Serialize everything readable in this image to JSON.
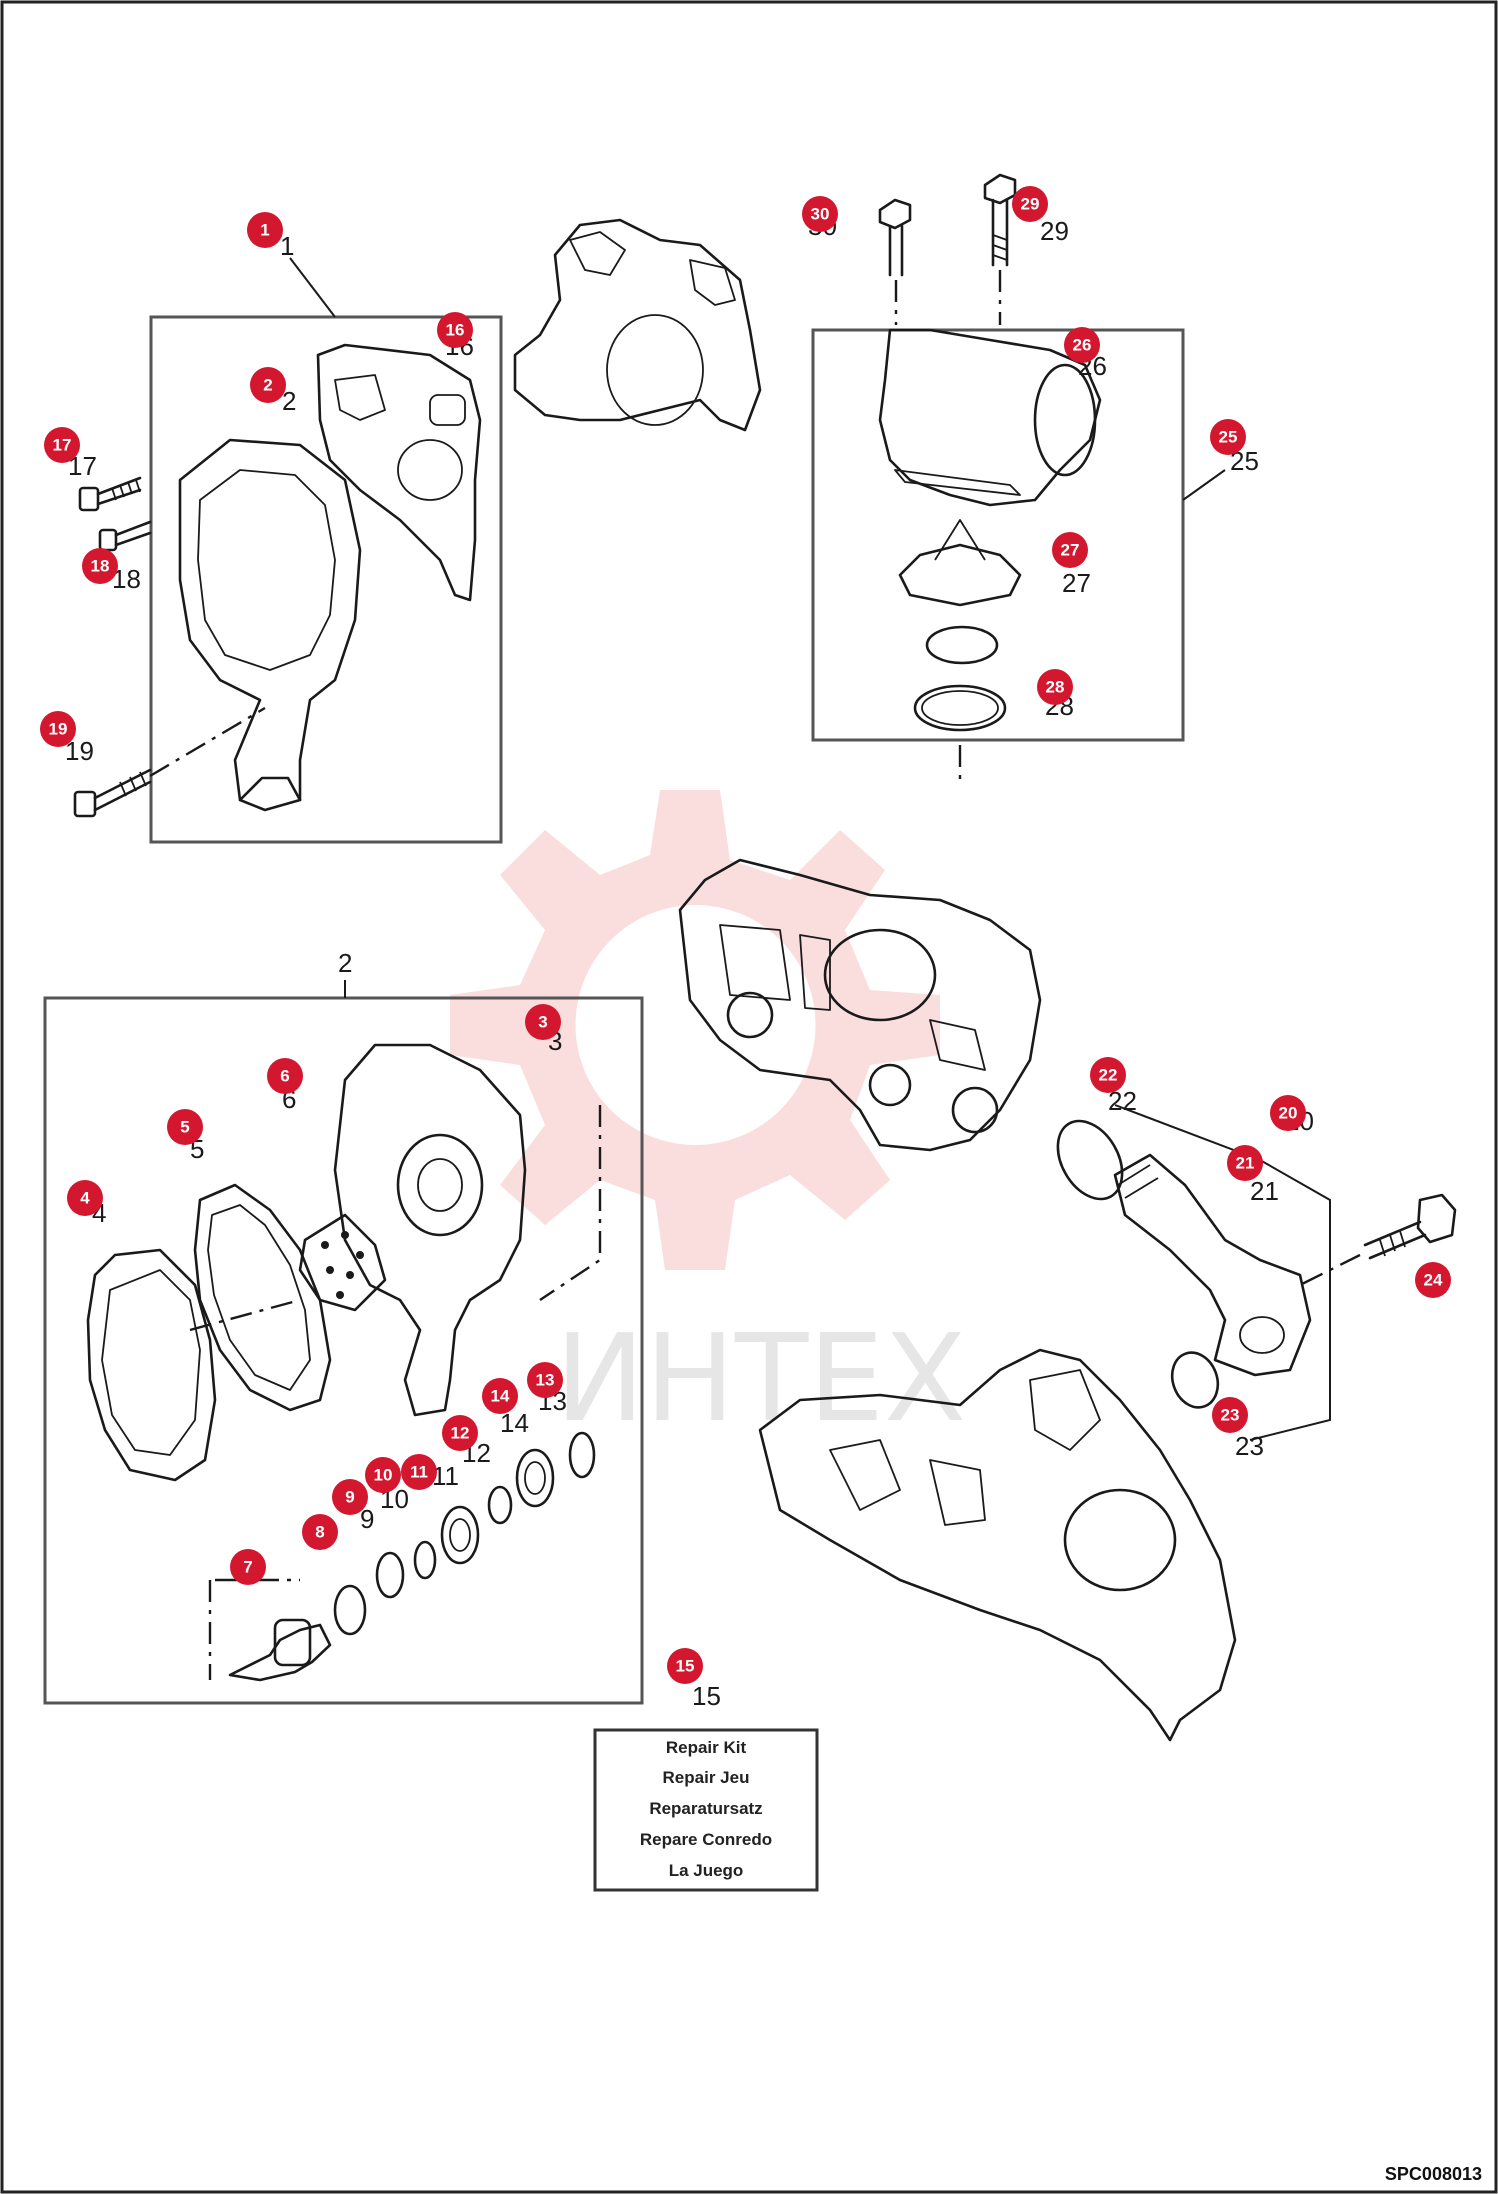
{
  "watermark": {
    "text": "ИНТЕХ",
    "gear_color": "#f0a0a0"
  },
  "accent_color": "#d2172f",
  "drawing_code": "SPC008013",
  "repair_kit": {
    "number": "15",
    "lines": [
      "Repair Kit",
      "Repair Jeu",
      "Reparatursatz",
      "Repare Conredo",
      "La Juego"
    ]
  },
  "callouts": [
    "1",
    "2",
    "3",
    "4",
    "5",
    "6",
    "7",
    "8",
    "9",
    "10",
    "11",
    "12",
    "13",
    "14",
    "15",
    "16",
    "17",
    "18",
    "19",
    "20",
    "21",
    "22",
    "23",
    "24",
    "25",
    "26",
    "27",
    "28",
    "29",
    "30"
  ],
  "part_numbers": {
    "p1": "1",
    "p2a": "2",
    "p2b": "2",
    "p3": "3",
    "p4": "4",
    "p5": "5",
    "p6": "6",
    "p9": "9",
    "p10": "10",
    "p11": "11",
    "p12": "12",
    "p13": "13",
    "p14": "14",
    "p16": "16",
    "p17": "17",
    "p18": "18",
    "p19": "19",
    "p20": "20",
    "p21": "21",
    "p22": "22",
    "p23": "23",
    "p25": "25",
    "p26": "26",
    "p27": "27",
    "p28": "28",
    "p29": "29",
    "p30": "30"
  }
}
